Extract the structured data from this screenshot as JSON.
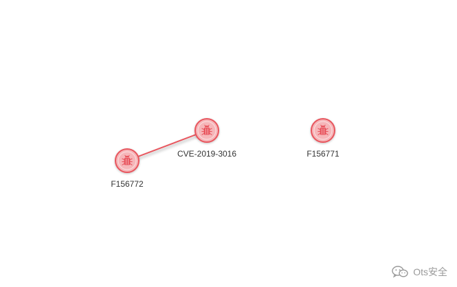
{
  "graph": {
    "nodes": [
      {
        "id": "n1",
        "label": "CVE-2019-3016",
        "icon": "bug-icon"
      },
      {
        "id": "n2",
        "label": "F156771",
        "icon": "bug-icon"
      },
      {
        "id": "n3",
        "label": "F156772",
        "icon": "bug-icon"
      }
    ],
    "edges": [
      {
        "source": "n1",
        "target": "n2"
      },
      {
        "source": "n1",
        "target": "n3"
      }
    ]
  },
  "colors": {
    "node_fill": "#f6b6b9",
    "node_stroke": "#e8545d",
    "edge": "#e8545d",
    "icon": "#e8545d",
    "watermark": "#9a9a9a"
  },
  "watermark": {
    "icon": "wechat-icon",
    "text": "Ots安全"
  }
}
